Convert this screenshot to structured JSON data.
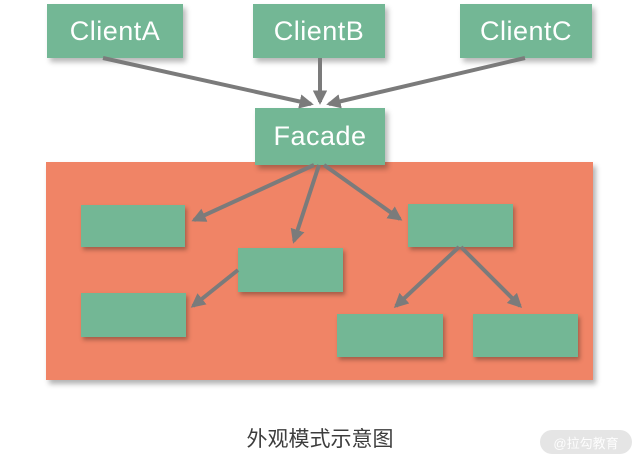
{
  "colors": {
    "page_bg": "#ffffff",
    "box_green": "#73b795",
    "panel_orange": "#f08466",
    "arrow_gray": "#7b7b7b",
    "box_text": "#ffffff",
    "caption_text": "#3d3d3d",
    "watermark_bg": "#e5e5e5",
    "watermark_text": "#fdfdfd"
  },
  "diagram": {
    "clients": [
      {
        "label": "ClientA"
      },
      {
        "label": "ClientB"
      },
      {
        "label": "ClientC"
      }
    ],
    "facade": {
      "label": "Facade"
    },
    "subsystem": {
      "box_count": 6
    },
    "caption": "外观模式示意图",
    "watermark": "@拉勾教育"
  }
}
